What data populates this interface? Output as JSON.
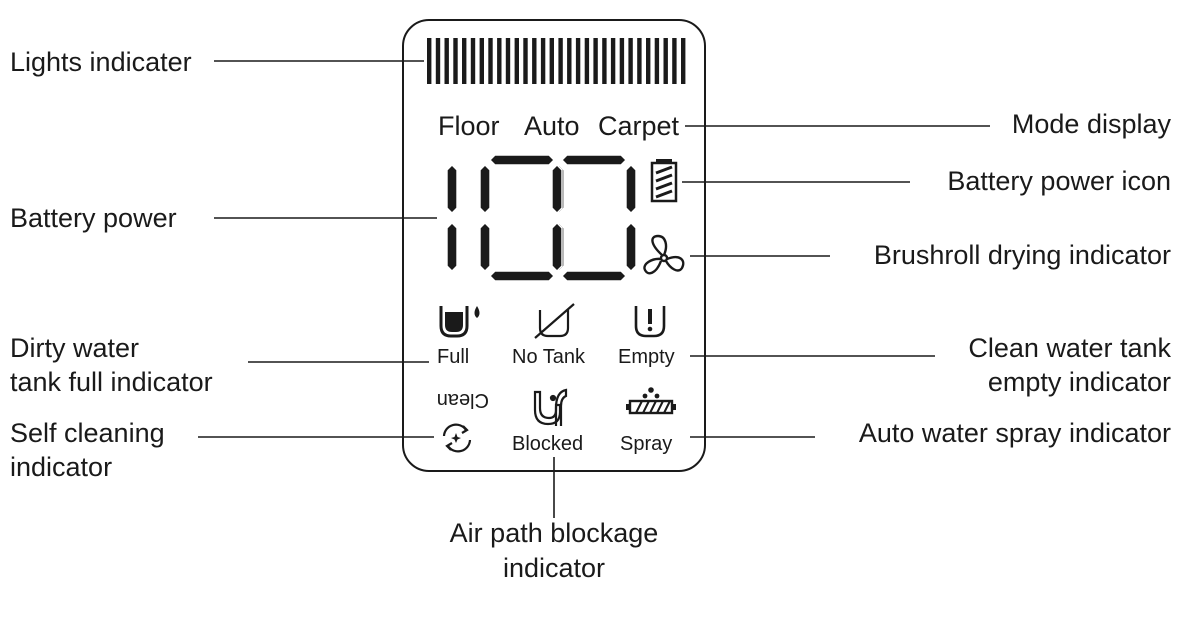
{
  "labels": {
    "lights": "Lights indicater",
    "battery_power": "Battery power",
    "dirty_line1": "Dirty water",
    "dirty_line2": "tank full indicator",
    "self_line1": "Self cleaning",
    "self_line2": "indicator",
    "mode": "Mode display",
    "battery_icon": "Battery power icon",
    "brushroll": "Brushroll drying indicator",
    "clean_line1": "Clean water tank",
    "clean_line2": "empty indicator",
    "spray_ind": "Auto water spray indicator",
    "air_line1": "Air path blockage",
    "air_line2": "indicator"
  },
  "display": {
    "modes": [
      "Floor",
      "Auto",
      "Carpet"
    ],
    "battery_value": "100",
    "icons": {
      "full": "Full",
      "notank": "No Tank",
      "empty": "Empty",
      "clean": "Clean",
      "blocked": "Blocked",
      "spray": "Spray"
    }
  },
  "icon_names": [
    "dirty-tank-icon",
    "no-tank-icon",
    "empty-tank-icon",
    "self-clean-icon",
    "blocked-pipe-icon",
    "spray-brush-icon",
    "battery-icon",
    "fan-icon"
  ]
}
